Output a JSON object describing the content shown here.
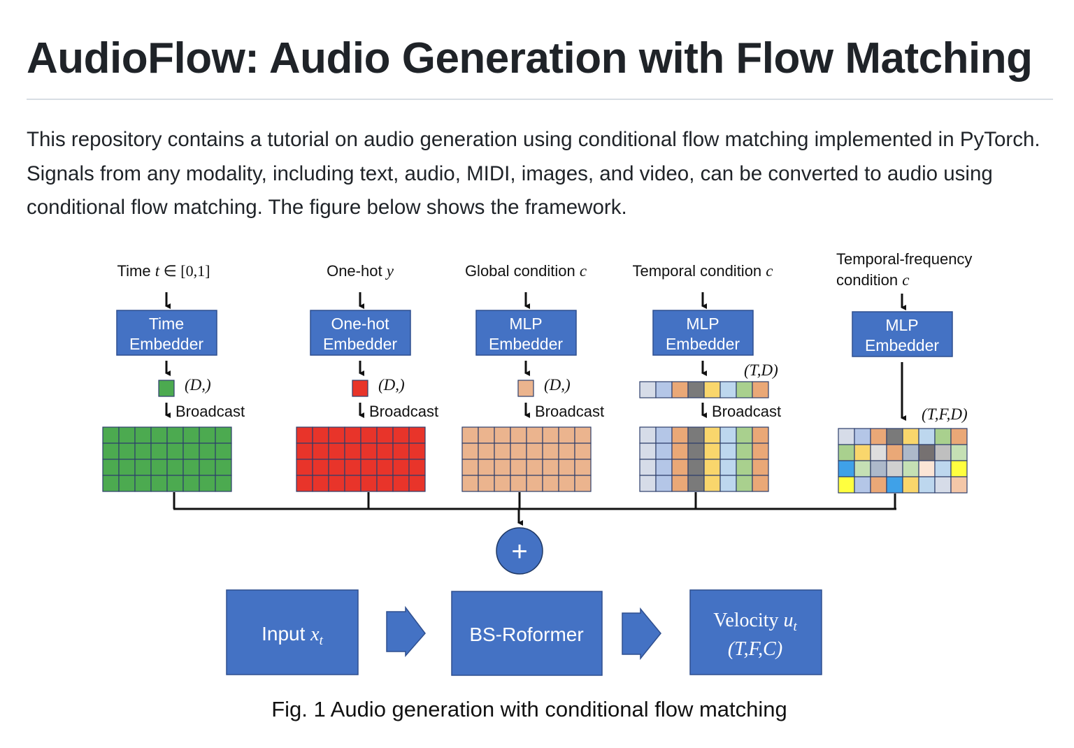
{
  "page": {
    "title": "AudioFlow: Audio Generation with Flow Matching",
    "description": "This repository contains a tutorial on audio generation using conditional flow matching implemented in PyTorch. Signals from any modality, including text, audio, MIDI, images, and video, can be converted to audio using conditional flow matching. The figure below shows the framework."
  },
  "figure": {
    "caption": "Fig. 1 Audio generation with conditional flow matching",
    "colors": {
      "block_blue": "#4472c4",
      "block_border": "#2f4f8f"
    },
    "columns": [
      {
        "input_label": "Time t ∈ [0,1]",
        "embedder_line1": "Time",
        "embedder_line2": "Embedder",
        "shape": "(D,)",
        "broadcast": "Broadcast",
        "color": "#4caa50"
      },
      {
        "input_label": "One-hot y",
        "embedder_line1": "One-hot",
        "embedder_line2": "Embedder",
        "shape": "(D,)",
        "broadcast": "Broadcast",
        "color": "#e8342a"
      },
      {
        "input_label": "Global condition c",
        "embedder_line1": "MLP",
        "embedder_line2": "Embedder",
        "shape": "(D,)",
        "broadcast": "Broadcast",
        "color": "#ebb48e"
      },
      {
        "input_label": "Temporal condition c",
        "embedder_line1": "MLP",
        "embedder_line2": "Embedder",
        "shape": "(T,D)",
        "broadcast": "Broadcast",
        "colors": [
          "#d6dce8",
          "#b4c6e7",
          "#eaa877",
          "#7a7a7a",
          "#f9d66c",
          "#bdd7ee",
          "#a9d08e",
          "#eaa877"
        ]
      },
      {
        "input_label_line1": "Temporal-frequency",
        "input_label_line2": "condition c",
        "embedder_line1": "MLP",
        "embedder_line2": "Embedder",
        "shape": "(T,F,D)",
        "grid": [
          [
            "#d6dce8",
            "#b4c6e7",
            "#eaa877",
            "#7a7a7a",
            "#f9d66c",
            "#bdd7ee",
            "#a9d08e",
            "#eaa877"
          ],
          [
            "#a9d08e",
            "#f9d66c",
            "#dedede",
            "#eaa877",
            "#adb9ca",
            "#767171",
            "#bfbfbf",
            "#c5e0b4"
          ],
          [
            "#3fa1e8",
            "#c5e0b4",
            "#adb9ca",
            "#d0d0d0",
            "#c5e0b4",
            "#fbe5d6",
            "#bdd7ee",
            "#ffff3f"
          ],
          [
            "#ffff3f",
            "#b4c6e7",
            "#eaa877",
            "#3fa1e8",
            "#f9d66c",
            "#bdd7ee",
            "#d6dce8",
            "#f4c7a8"
          ]
        ]
      }
    ],
    "sum_symbol": "+",
    "pipeline": {
      "input_label": "Input",
      "input_var": "x",
      "input_sub": "t",
      "model": "BS-Roformer",
      "output_label": "Velocity",
      "output_var": "u",
      "output_sub": "t",
      "output_shape": "(T,F,C)"
    }
  }
}
